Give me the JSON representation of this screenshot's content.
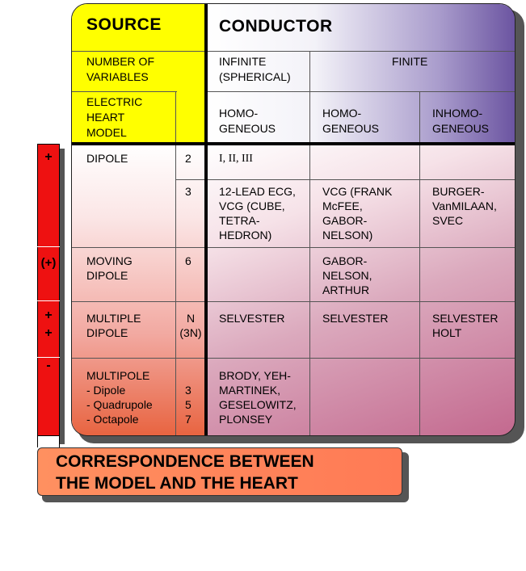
{
  "header": {
    "source": "SOURCE",
    "conductor": "CONDUCTOR",
    "number_of_variables": [
      "NUMBER OF",
      "VARIABLES"
    ],
    "electric_heart_model": [
      "ELECTRIC",
      "HEART",
      "MODEL"
    ],
    "infinite": [
      "INFINITE",
      "(SPHERICAL)"
    ],
    "finite": "FINITE",
    "homogeneous_1": [
      "HOMO-",
      "GENEOUS"
    ],
    "homogeneous_2": [
      "HOMO-",
      "GENEOUS"
    ],
    "inhomogeneous": [
      "INHOMO-",
      "GENEOUS"
    ]
  },
  "rows": {
    "dipole": {
      "model": "DIPOLE",
      "n1": "2",
      "n2": "3",
      "inf_1": "I, II, III",
      "inf_2": [
        "12-LEAD ECG,",
        "VCG (CUBE,",
        "TETRA-",
        "HEDRON)"
      ],
      "hom_2": [
        "VCG (FRANK",
        "McFEE,",
        "GABOR-",
        "NELSON)"
      ],
      "inh_2": [
        "BURGER-",
        "VanMILAAN,",
        "SVEC"
      ]
    },
    "moving": {
      "model": [
        "MOVING",
        "DIPOLE"
      ],
      "n": "6",
      "hom": [
        "GABOR-",
        "NELSON,",
        "ARTHUR"
      ]
    },
    "multiple": {
      "model": [
        "MULTIPLE",
        "DIPOLE"
      ],
      "n": [
        "N",
        "(3N)"
      ],
      "inf": "SELVESTER",
      "hom": "SELVESTER",
      "inh": [
        "SELVESTER",
        "HOLT"
      ]
    },
    "multipole": {
      "model": [
        "MULTIPOLE",
        "- Dipole",
        "- Quadrupole",
        "- Octapole"
      ],
      "n": [
        "3",
        "5",
        "7"
      ],
      "inf": [
        "BRODY, YEH-",
        "MARTINEK,",
        "GESELOWITZ,",
        "PLONSEY"
      ]
    }
  },
  "correspondence": {
    "symbols": [
      "+",
      "(+)",
      "+",
      "+",
      "-"
    ]
  },
  "caption": [
    "CORRESPONDENCE BETWEEN",
    "THE MODEL AND THE HEART"
  ]
}
